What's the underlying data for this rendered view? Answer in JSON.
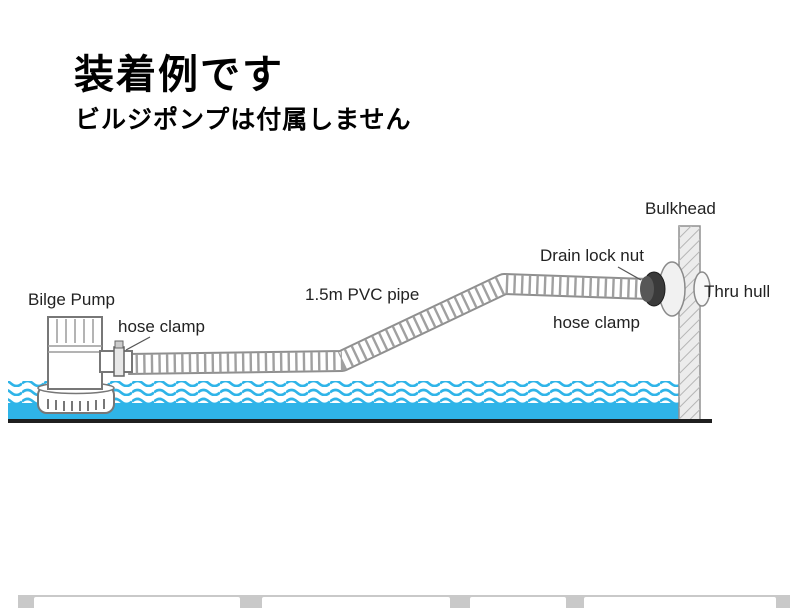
{
  "heading": {
    "title": "装着例です",
    "subtitle": "ビルジポンプは付属しません"
  },
  "diagram": {
    "labels": {
      "bilge_pump": "Bilge Pump",
      "hose_clamp_left": "hose clamp",
      "pvc_pipe": "1.5m PVC pipe",
      "drain_lock_nut": "Drain lock nut",
      "hose_clamp_right": "hose clamp",
      "bulkhead": "Bulkhead",
      "thru_hull": "Thru hull"
    },
    "colors": {
      "water": "#2fb4e8",
      "line": "#777777",
      "floor": "#1f1f1f",
      "wall_fill": "#ececec"
    }
  }
}
